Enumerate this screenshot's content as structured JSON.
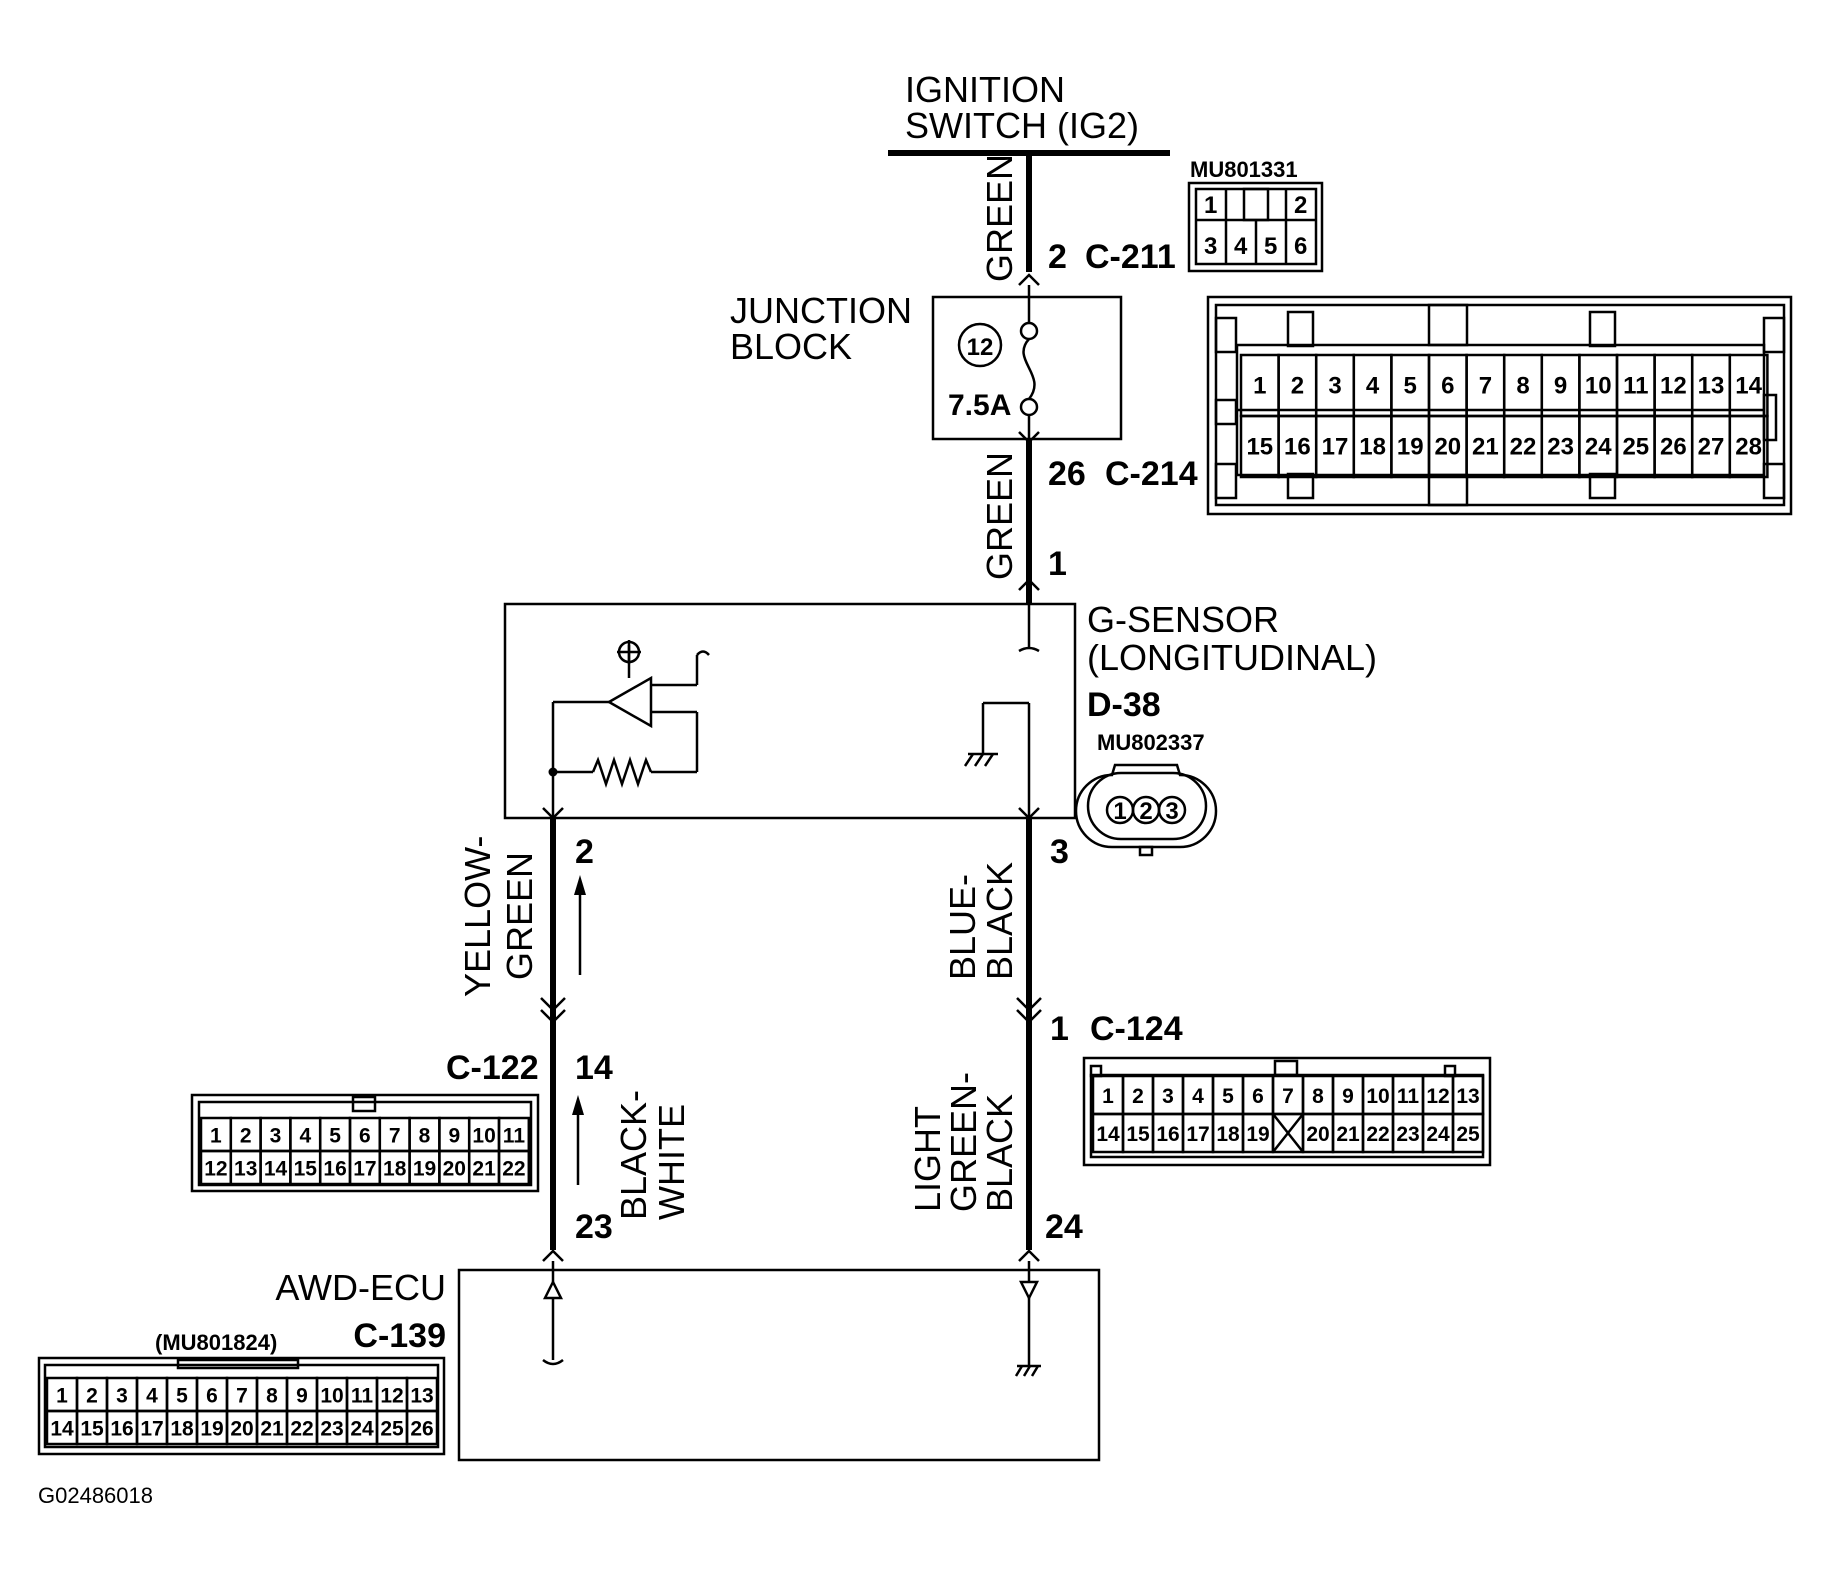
{
  "ignition": {
    "line1": "IGNITION",
    "line2": "SWITCH (IG2)"
  },
  "junction_block": {
    "line1": "JUNCTION",
    "line2": "BLOCK",
    "fuse_number": "12",
    "fuse_rating": "7.5A"
  },
  "g_sensor": {
    "line1": "G-SENSOR",
    "line2": "(LONGITUDINAL)",
    "connector": "D-38",
    "part_number": "MU802337",
    "pins": [
      "1",
      "2",
      "3"
    ]
  },
  "awd_ecu": {
    "label": "AWD-ECU",
    "connector": "C-139",
    "part_number": "(MU801824)"
  },
  "wires": {
    "top_color": "GREEN",
    "mid_color": "GREEN",
    "left_upper_line1": "YELLOW-",
    "left_upper_line2": "GREEN",
    "left_lower_line1": "BLACK-",
    "left_lower_line2": "WHITE",
    "right_upper_line1": "BLUE-",
    "right_upper_line2": "BLACK",
    "right_lower_line1": "LIGHT",
    "right_lower_line2": "GREEN-",
    "right_lower_line3": "BLACK"
  },
  "pins": {
    "c211_pin": "2",
    "c211": "C-211",
    "c214_pin": "26",
    "c214": "C-214",
    "sensor_in": "1",
    "sensor_out_left": "2",
    "sensor_out_right": "3",
    "c122": "C-122",
    "c122_pin": "14",
    "c124_pin": "1",
    "c124": "C-124",
    "ecu_left": "23",
    "ecu_right": "24"
  },
  "connector_mu801331": {
    "part_number": "MU801331",
    "row1": [
      "1",
      "",
      "2"
    ],
    "row2": [
      "3",
      "4",
      "5",
      "6"
    ]
  },
  "connector_c214": {
    "row1": [
      "1",
      "2",
      "3",
      "4",
      "5",
      "6",
      "7",
      "8",
      "9",
      "10",
      "11",
      "12",
      "13",
      "14"
    ],
    "row2": [
      "15",
      "16",
      "17",
      "18",
      "19",
      "20",
      "21",
      "22",
      "23",
      "24",
      "25",
      "26",
      "27",
      "28"
    ]
  },
  "connector_c122": {
    "row1": [
      "1",
      "2",
      "3",
      "4",
      "5",
      "6",
      "7",
      "8",
      "9",
      "10",
      "11"
    ],
    "row2": [
      "12",
      "13",
      "14",
      "15",
      "16",
      "17",
      "18",
      "19",
      "20",
      "21",
      "22"
    ]
  },
  "connector_c124": {
    "row1": [
      "1",
      "2",
      "3",
      "4",
      "5",
      "6",
      "7",
      "8",
      "9",
      "10",
      "11",
      "12",
      "13"
    ],
    "row2": [
      "14",
      "15",
      "16",
      "17",
      "18",
      "19",
      "",
      "20",
      "21",
      "22",
      "23",
      "24",
      "25"
    ]
  },
  "connector_c139": {
    "row1": [
      "1",
      "2",
      "3",
      "4",
      "5",
      "6",
      "7",
      "8",
      "9",
      "10",
      "11",
      "12",
      "13"
    ],
    "row2": [
      "14",
      "15",
      "16",
      "17",
      "18",
      "19",
      "20",
      "21",
      "22",
      "23",
      "24",
      "25",
      "26"
    ]
  },
  "figure_id": "G02486018"
}
